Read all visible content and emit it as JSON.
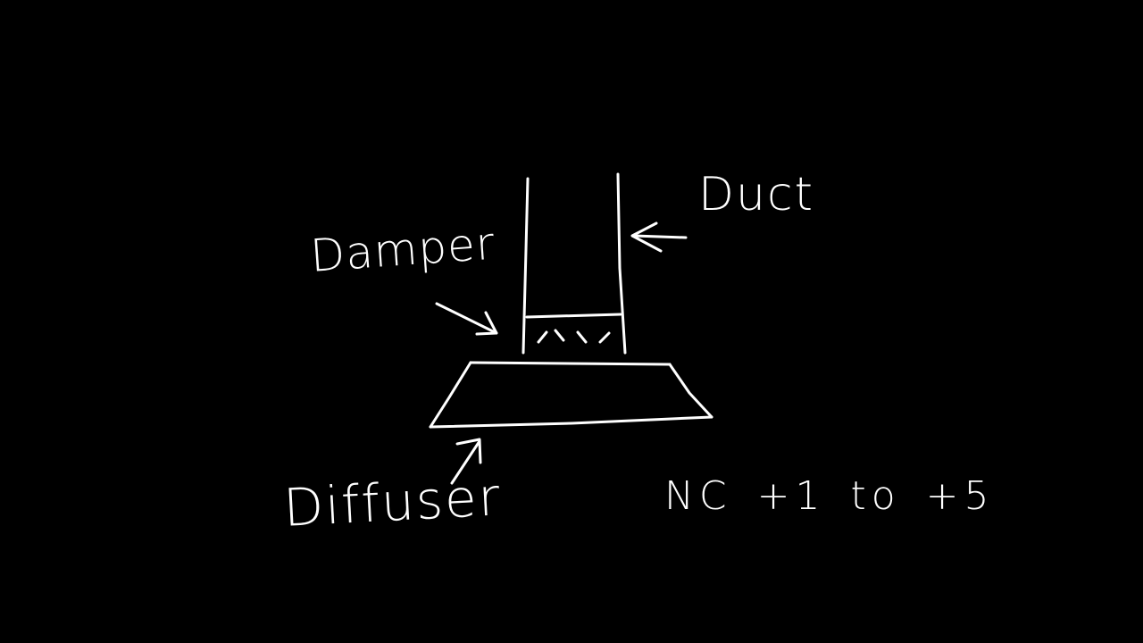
{
  "labels": {
    "duct": "Duct",
    "damper": "Damper",
    "diffuser": "Diffuser",
    "nc_note": "NC +1 to +5"
  },
  "colors": {
    "background": "#000000",
    "ink": "#ffffff"
  }
}
